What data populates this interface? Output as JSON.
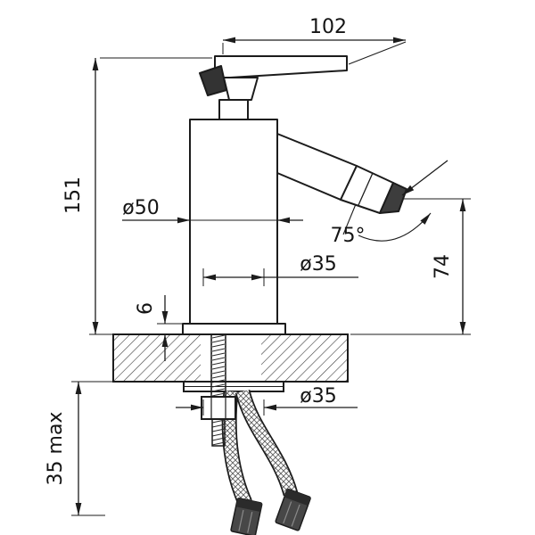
{
  "page": {
    "background_color": "#ffffff",
    "line_color": "#1c1c1c",
    "dark_fill_color": "#3d3d3d"
  },
  "diagram": {
    "type": "technical-drawing",
    "subject": "single-lever bidet mixer faucet - installation dimensions",
    "units": "mm",
    "dims": {
      "lever_length": "102",
      "total_height": "151",
      "base_diameter": "ø50",
      "body_diameter": "ø35",
      "spout_angle": "75°",
      "spout_height": "74",
      "base_thickness": "6",
      "hole_diameter": "ø35",
      "max_mount_thickness": "35 max"
    }
  }
}
